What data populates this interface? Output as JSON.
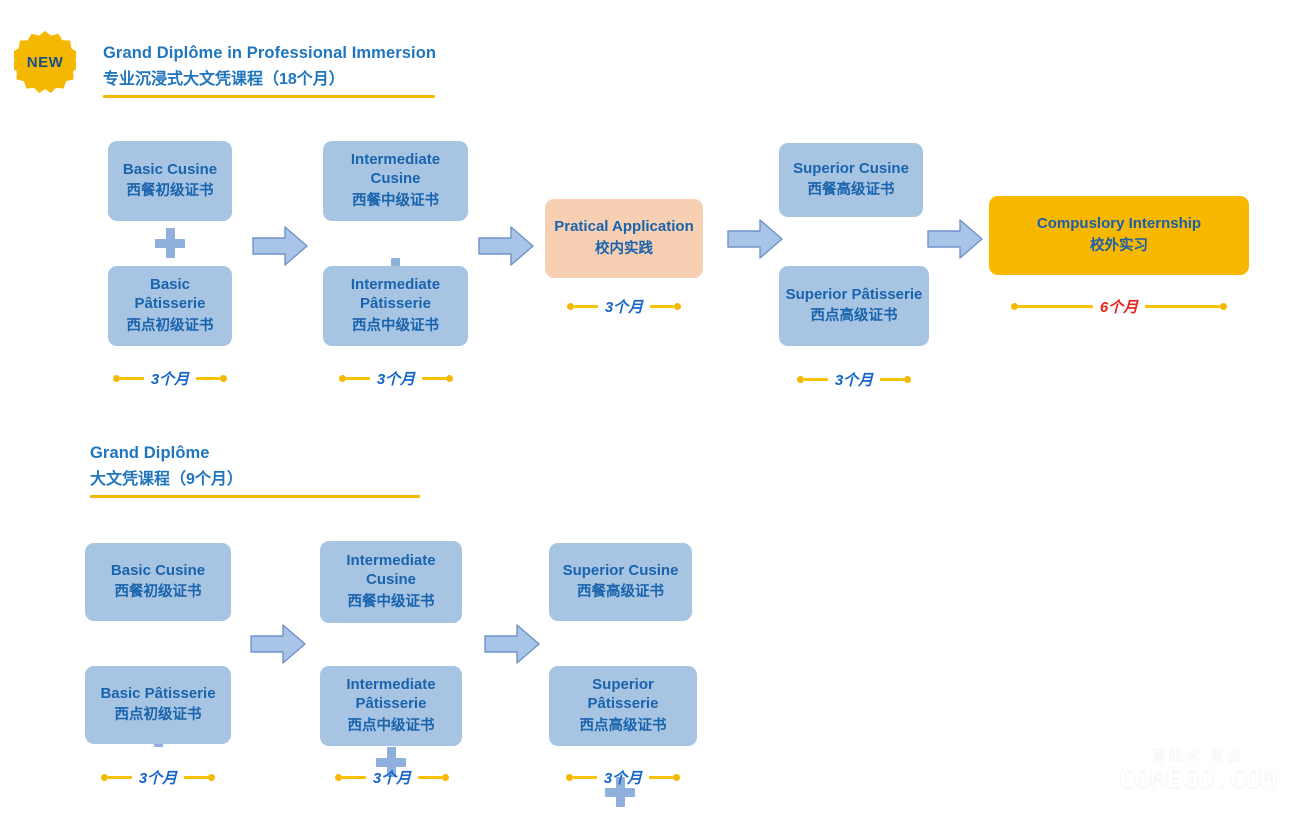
{
  "badge": {
    "label": "NEW"
  },
  "sections": [
    {
      "id": "immersion",
      "title_en": "Grand Diplôme in Professional Immersion",
      "title_cn": "专业沉浸式大文凭课程（18个月）",
      "stages": [
        {
          "boxes": [
            {
              "en": "Basic Cusine",
              "cn": "西餐初级证书"
            },
            {
              "en": "Basic Pâtisserie",
              "cn": "西点初级证书"
            }
          ],
          "duration": "3个月"
        },
        {
          "boxes": [
            {
              "en": "Intermediate Cusine",
              "cn": "西餐中级证书"
            },
            {
              "en": "Intermediate Pâtisserie",
              "cn": "西点中级证书"
            }
          ],
          "duration": "3个月"
        },
        {
          "boxes": [
            {
              "en": "Pratical Application",
              "cn": "校内实践"
            }
          ],
          "duration": "3个月"
        },
        {
          "boxes": [
            {
              "en": "Superior Cusine",
              "cn": "西餐高级证书"
            },
            {
              "en": "Superior Pâtisserie",
              "cn": "西点高级证书"
            }
          ],
          "duration": "3个月"
        },
        {
          "boxes": [
            {
              "en": "Compuslory Internship",
              "cn": "校外实习"
            }
          ],
          "duration": "6个月"
        }
      ]
    },
    {
      "id": "diplome",
      "title_en": "Grand Diplôme",
      "title_cn": "大文凭课程（9个月）",
      "stages": [
        {
          "boxes": [
            {
              "en": "Basic Cusine",
              "cn": "西餐初级证书"
            },
            {
              "en": "Basic Pâtisserie",
              "cn": "西点初级证书"
            }
          ],
          "duration": "3个月"
        },
        {
          "boxes": [
            {
              "en": "Intermediate Cusine",
              "cn": "西餐中级证书"
            },
            {
              "en": "Intermediate Pâtisserie",
              "cn": "西点中级证书"
            }
          ],
          "duration": "3个月"
        },
        {
          "boxes": [
            {
              "en": "Superior Cusine",
              "cn": "西餐高级证书"
            },
            {
              "en": "Superior Pâtisserie",
              "cn": "西点高级证书"
            }
          ],
          "duration": "3个月"
        }
      ]
    }
  ],
  "watermark": {
    "cn": "香柏木·来去",
    "en": "COMEGO.COM"
  },
  "colors": {
    "box_blue": "#a7c5e3",
    "box_peach": "#f7cfb2",
    "box_gold": "#f8b800",
    "text_blue": "#1a63ad",
    "heading_blue": "#2076bc",
    "accent_gold": "#f5b800",
    "duration_text": "#1565c9",
    "duration_alert": "#e8231b",
    "plus_blue": "#8fb0dc",
    "arrow_fill": "#a8c4e6",
    "arrow_stroke": "#6f93c9"
  }
}
